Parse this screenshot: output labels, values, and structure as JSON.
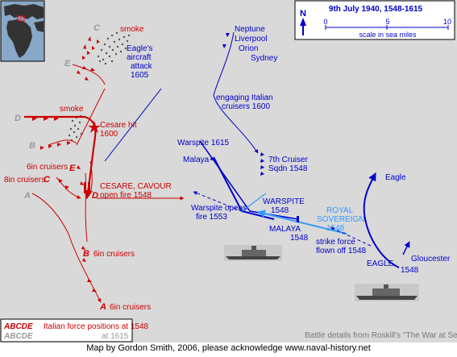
{
  "title_box": {
    "north": "N",
    "date_time": "9th July 1940, 1548-1615",
    "scale_ticks": [
      "0",
      "5",
      "10"
    ],
    "scale_caption": "scale in sea miles"
  },
  "legend": {
    "letters_1548": "ABCDE",
    "desc_1548": "Italian force positions at 1548",
    "letters_1615": "ABCDE",
    "desc_1615": "at 1615"
  },
  "source": "Battle details from Roskill's \"The War at Sea\"",
  "credit": "Map by Gordon Smith, 2006, please acknowledge www.naval-history.net",
  "italian": {
    "smoke_top": "smoke",
    "smoke_mid": "smoke",
    "cesare_hit": "Cesare hit",
    "cesare_hit_time": "1600",
    "cesare_cavour": "CESARE, CAVOUR",
    "open_fire": "open fire 1548",
    "cruisers_6in_mid": "6in cruisers",
    "cruisers_8in": "8in cruisers",
    "cruisers_6in_b": "6in cruisers",
    "cruisers_6in_a": "6in cruisers",
    "letters": {
      "A": "A",
      "B": "B",
      "C": "C",
      "D": "D",
      "E": "E"
    }
  },
  "british": {
    "eagle_attack_1": "Eagle's",
    "eagle_attack_2": "aircraft",
    "eagle_attack_3": "attack",
    "eagle_attack_4": "1605",
    "neptune": "Neptune",
    "liverpool": "Liverpool",
    "orion": "Orion",
    "sydney": "Sydney",
    "engaging_1": "engaging Italian",
    "engaging_2": "cruisers 1600",
    "seventh_1": "7th Cruiser",
    "seventh_2": "Sqdn 1548",
    "warspite_1615": "Warspite 1615",
    "malaya": "Malaya",
    "warspite_caps": "WARSPITE",
    "warspite_time": "1548",
    "warspite_opens_1": "Warspite opens",
    "warspite_opens_2": "fire 1553",
    "malaya_caps": "MALAYA",
    "malaya_time": "1548",
    "royal_1": "ROYAL",
    "royal_2": "SOVEREIGN",
    "royal_time": "1548",
    "eagle": "Eagle",
    "strike_1": "strike force",
    "strike_2": "flown off 1548",
    "eagle_caps": "EAGLE",
    "eagle_time": "1548",
    "gloucester": "Gloucester"
  },
  "colors": {
    "background": "#d9d9d9",
    "italian_red": "#cc0000",
    "british_blue": "#0000cc",
    "royal_blue": "#3399ff",
    "sea_inset": "#87a8c8",
    "land_inset": "#333333"
  }
}
